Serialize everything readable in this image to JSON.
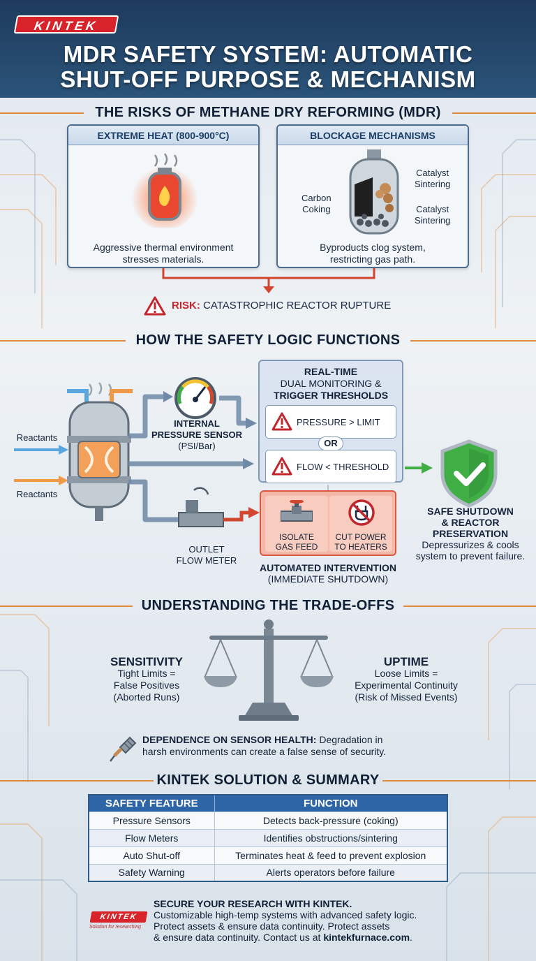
{
  "brand": {
    "logo": "KINTEK",
    "tagline": "Solution for researching"
  },
  "header": {
    "title_line1": "MDR SAFETY SYSTEM: AUTOMATIC",
    "title_line2": "SHUT-OFF PURPOSE & MECHANISM"
  },
  "risks": {
    "title": "THE RISKS OF METHANE DRY REFORMING (MDR)",
    "heat": {
      "head": "EXTREME HEAT (800-900°C)",
      "text1": "Aggressive thermal environment",
      "text2": "stresses materials."
    },
    "blockage": {
      "head": "BLOCKAGE MECHANISMS",
      "label_carbon1": "Carbon",
      "label_carbon2": "Coking",
      "label_sinter_a1": "Catalyst",
      "label_sinter_a2": "Sintering",
      "label_sinter_b1": "Catalyst",
      "label_sinter_b2": "Sintering",
      "text1": "Byproducts clog system,",
      "text2": "restricting gas path."
    },
    "risk_prefix": "RISK:",
    "risk_text": " CATASTROPHIC REACTOR RUPTURE"
  },
  "logic": {
    "title": "HOW THE SAFETY LOGIC FUNCTIONS",
    "reactants_top": "Reactants",
    "reactants_bottom": "Reactants",
    "sensor_1": "INTERNAL",
    "sensor_2": "PRESSURE SENSOR",
    "sensor_3": "(PSI/Bar)",
    "flow_1": "OUTLET",
    "flow_2": "FLOW METER",
    "monitor_1": "REAL-TIME",
    "monitor_2": "DUAL MONITORING &",
    "monitor_3": "TRIGGER THRESHOLDS",
    "cond_pressure": "PRESSURE > LIMIT",
    "or": "OR",
    "cond_flow": "FLOW < THRESHOLD",
    "isolate_1": "ISOLATE",
    "isolate_2": "GAS FEED",
    "cut_1": "CUT POWER",
    "cut_2": "TO HEATERS",
    "auto_1": "AUTOMATED INTERVENTION",
    "auto_2": "(IMMEDIATE SHUTDOWN)",
    "safe_1": "SAFE SHUTDOWN",
    "safe_2": "& REACTOR",
    "safe_3": "PRESERVATION",
    "safe_4": "Depressurizes & cools",
    "safe_5": "system to prevent failure."
  },
  "tradeoffs": {
    "title": "UNDERSTANDING THE TRADE-OFFS",
    "left_head": "SENSITIVITY",
    "left_1": "Tight Limits =",
    "left_2": "False Positives",
    "left_3": "(Aborted Runs)",
    "right_head": "UPTIME",
    "right_1": "Loose Limits =",
    "right_2": "Experimental Continuity",
    "right_3": "(Risk of Missed Events)",
    "sensor_bold": "DEPENDENCE ON SENSOR HEALTH:",
    "sensor_1": " Degradation in",
    "sensor_2": "harsh environments can create a false sense of security."
  },
  "summary": {
    "title": "KINTEK SOLUTION & SUMMARY",
    "headers": [
      "SAFETY FEATURE",
      "FUNCTION"
    ],
    "rows": [
      [
        "Pressure Sensors",
        "Detects back-pressure (coking)"
      ],
      [
        "Flow Meters",
        "Identifies obstructions/sintering"
      ],
      [
        "Auto Shut-off",
        "Terminates heat & feed to prevent explosion"
      ],
      [
        "Safety Warning",
        "Alerts operators before failure"
      ]
    ]
  },
  "cta": {
    "title": "SECURE YOUR RESEARCH WITH KINTEK.",
    "line1": "Customizable high-temp systems with advanced safety logic.",
    "line2": "Protect assets & ensure data continuity. Protect assets",
    "line3_pre": "& ensure data continuity. Contact us at ",
    "line3_link": "kintekfurnace.com",
    "line3_post": "."
  },
  "colors": {
    "navy": "#1d3a5c",
    "accent_orange": "#e08a3c",
    "alert_red": "#c1272d",
    "success_green": "#3fae45",
    "table_blue": "#2e65a6"
  }
}
